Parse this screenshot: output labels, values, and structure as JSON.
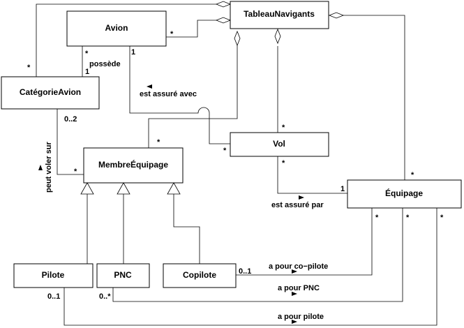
{
  "classes": {
    "tableau": "TableauNavigants",
    "avion": "Avion",
    "categorie": "CatégorieAvion",
    "membre": "MembreÉquipage",
    "vol": "Vol",
    "equipage": "Équipage",
    "pilote": "Pilote",
    "pnc": "PNC",
    "copilote": "Copilote"
  },
  "associations": {
    "possede": "possède",
    "assure_avec": "est assuré avec",
    "voler_sur": "peut voler sur",
    "assure_par": "est assuré par",
    "copilote": "a pour co−pilote",
    "pnc": "a pour PNC",
    "pilote": "a pour pilote"
  },
  "multiplicities": {
    "tn_cat": "*",
    "tn_avion": "*",
    "avion_cat_top": "*",
    "avion_cat_bottom": "1",
    "avion_vol": "1",
    "cat_membre": "0..2",
    "membre_cat": "*",
    "tn_membre": "*",
    "tn_vol": "*",
    "vol_avion": "*",
    "vol_equipage": "*",
    "equipage_vol": "1",
    "tn_equipage": "*",
    "eq_copilote": "*",
    "eq_pnc": "*",
    "eq_pilote": "*",
    "copilote_eq": "0..1",
    "pilote_eq": "0..1",
    "pnc_eq": "0..*"
  }
}
